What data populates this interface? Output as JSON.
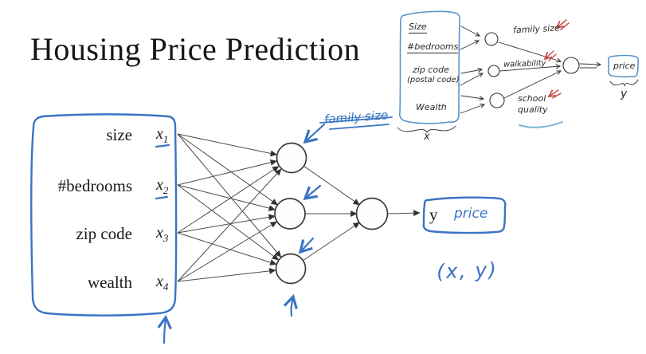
{
  "title": "Housing Price Prediction",
  "colors": {
    "ink_blue": "#3b74c4",
    "ink_red": "#c9504a",
    "edge_gray": "#4a4a4a",
    "sketch_ink": "#333333"
  },
  "network": {
    "inputs": [
      {
        "label": "size",
        "var": "x",
        "sub": "1"
      },
      {
        "label": "#bedrooms",
        "var": "x",
        "sub": "2"
      },
      {
        "label": "zip code",
        "var": "x",
        "sub": "3"
      },
      {
        "label": "wealth",
        "var": "x",
        "sub": "4"
      }
    ],
    "crossed_note": "family size",
    "output_var": "y",
    "output_label": "price",
    "pair_note": "(x, y)"
  },
  "sketch": {
    "box_lines": [
      "Size",
      "#bedrooms",
      "zip code",
      "(postal code)",
      "Wealth"
    ],
    "group_label": "x",
    "hidden_labels": [
      "family size",
      "walkability",
      "school quality"
    ],
    "output_label": "price",
    "output_group_label": "y"
  }
}
